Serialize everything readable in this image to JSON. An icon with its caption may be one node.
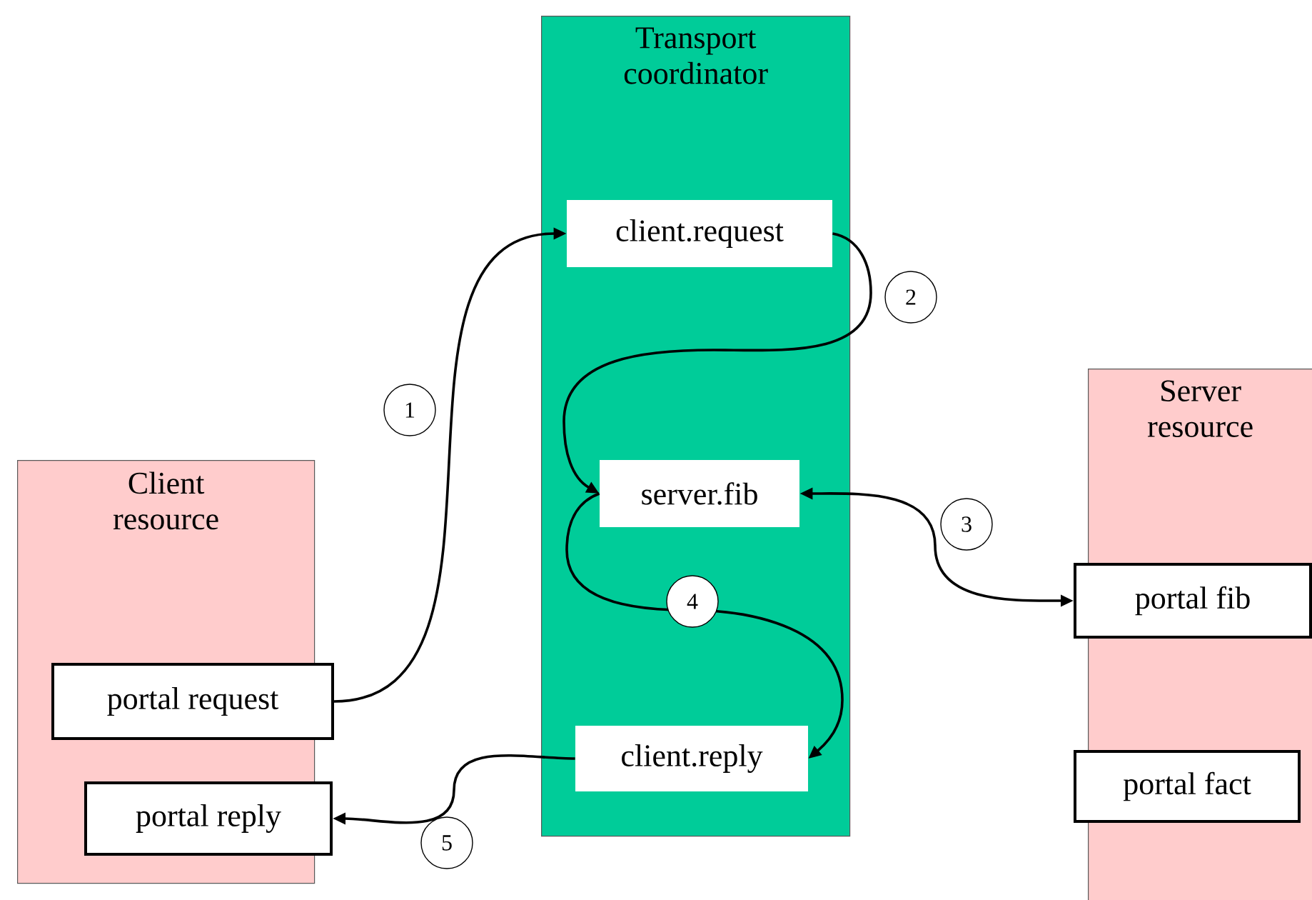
{
  "diagram": {
    "nodes": [
      {
        "text": [
          "Client resource"
        ]
      },
      {
        "text": [
          "portal request"
        ]
      },
      {
        "text": [
          "portal reply"
        ]
      },
      {
        "text": [
          "Transport coordinator"
        ]
      },
      {
        "text": [
          "client.request"
        ],
        "in": 3
      },
      {
        "text": [
          "server.fib"
        ],
        "in": 3
      },
      {
        "text": [
          "client.reply"
        ],
        "in": 3
      },
      {
        "text": [
          "Server resource"
        ]
      },
      {
        "text": [
          "portal fib"
        ]
      },
      {
        "text": [
          "portal fact"
        ]
      }
    ],
    "edges": [
      {
        "from": 1,
        "to": 4,
        "arrow": "to",
        "label": "1"
      },
      {
        "from": 4,
        "to": 5,
        "arrow": "to",
        "label": "2"
      },
      {
        "from": 8,
        "to": 5,
        "arrow": "both",
        "label": "3"
      },
      {
        "from": 5,
        "to": 6,
        "arrow": "to",
        "label": "4"
      },
      {
        "from": 6,
        "to": 2,
        "arrow": "to",
        "label": "5"
      }
    ]
  }
}
